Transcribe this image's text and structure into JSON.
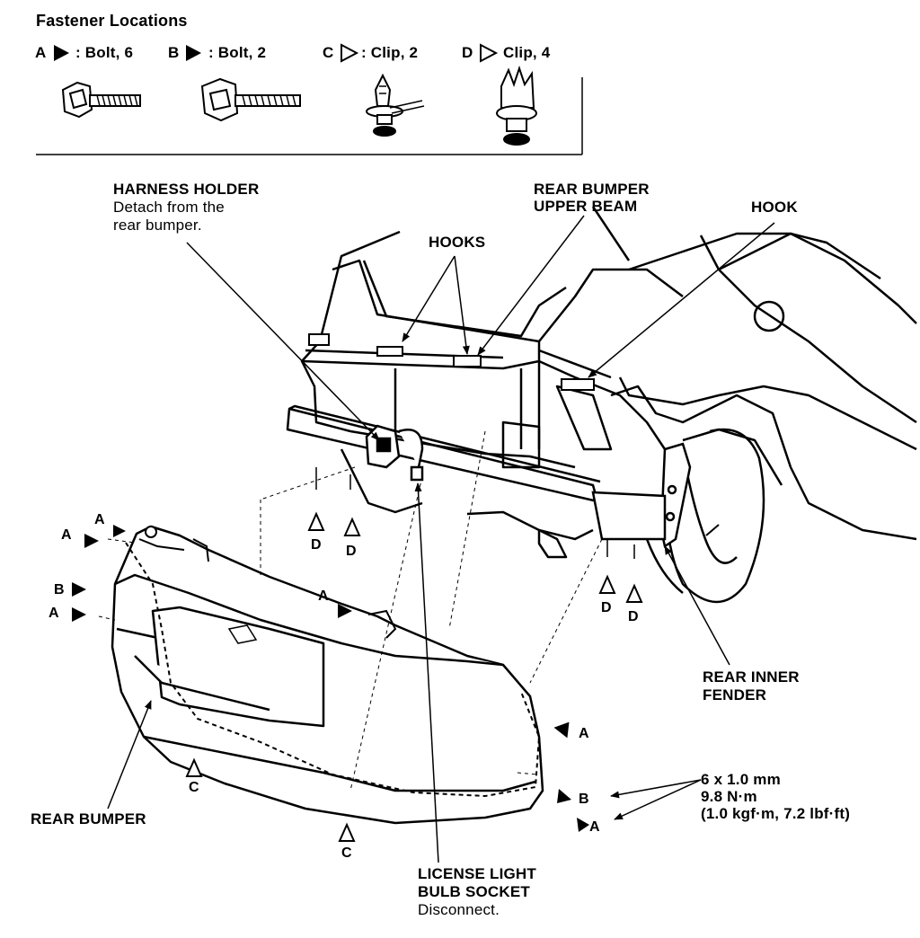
{
  "legend": {
    "title": "Fastener Locations",
    "items": [
      {
        "letter": "A",
        "text": ": Bolt, 6"
      },
      {
        "letter": "B",
        "text": ": Bolt, 2"
      },
      {
        "letter": "C",
        "text": ": Clip, 2"
      },
      {
        "letter": "D",
        "text": "Clip, 4"
      }
    ]
  },
  "callouts": {
    "harness_holder": {
      "title": "HARNESS HOLDER",
      "line1": "Detach from the",
      "line2": "rear bumper."
    },
    "hooks": "HOOKS",
    "upper_beam": {
      "line1": "REAR BUMPER",
      "line2": "UPPER BEAM"
    },
    "hook": "HOOK",
    "inner_fender": {
      "line1": "REAR INNER",
      "line2": "FENDER"
    },
    "rear_bumper": "REAR BUMPER",
    "torque": {
      "line1": "6 x 1.0 mm",
      "line2": "9.8 N·m",
      "line3": "(1.0 kgf·m, 7.2 lbf·ft)"
    },
    "license": {
      "line1": "LICENSE LIGHT",
      "line2": "BULB SOCKET",
      "line3": "Disconnect."
    }
  },
  "markers": {
    "A": "A",
    "B": "B",
    "C": "C",
    "D": "D"
  }
}
